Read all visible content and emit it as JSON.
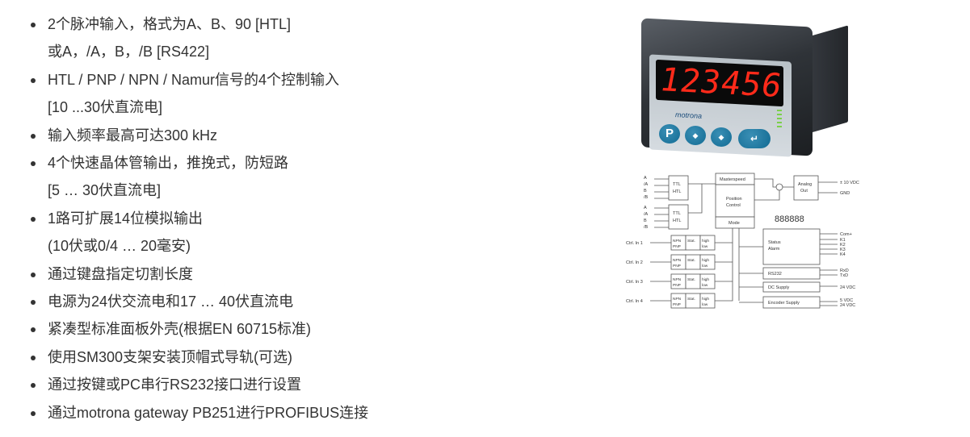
{
  "features": [
    {
      "lines": [
        "2个脉冲输入，格式为A、B、90 [HTL]",
        "或A，/A，B，/B [RS422]"
      ]
    },
    {
      "lines": [
        "HTL / PNP / NPN / Namur信号的4个控制输入",
        "[10 ...30伏直流电]"
      ]
    },
    {
      "lines": [
        "输入频率最高可达300 kHz"
      ]
    },
    {
      "lines": [
        "4个快速晶体管输出，推挽式，防短路",
        "[5 … 30伏直流电]"
      ]
    },
    {
      "lines": [
        "1路可扩展14位模拟输出",
        "(10伏或0/4 … 20毫安)"
      ]
    },
    {
      "lines": [
        "通过键盘指定切割长度"
      ]
    },
    {
      "lines": [
        "电源为24伏交流电和17 … 40伏直流电"
      ]
    },
    {
      "lines": [
        "紧凑型标准面板外壳(根据EN 60715标准)"
      ]
    },
    {
      "lines": [
        "使用SM300支架安装顶帽式导轨(可选)"
      ]
    },
    {
      "lines": [
        "通过按键或PC串行RS232接口进行设置"
      ]
    },
    {
      "lines": [
        "通过motrona gateway PB251进行PROFIBUS连接"
      ]
    }
  ],
  "device": {
    "display": "123456",
    "brand": "motrona",
    "keys": [
      "P",
      "◆",
      "◆",
      "↵"
    ],
    "display_color": "#ff2a1a",
    "key_color": "#1a7fa8"
  },
  "diagram": {
    "inputs_a": [
      "A",
      "/A",
      "B",
      "/B"
    ],
    "inputs_b": [
      "A",
      "/A",
      "B",
      "/B"
    ],
    "ttl_block": [
      "TTL",
      "HTL"
    ],
    "masterspeed": "Masterspeed",
    "position_control": [
      "Position",
      "Control"
    ],
    "mode": "Mode",
    "analog_out": [
      "Analog",
      "Out"
    ],
    "analog_pins": [
      "± 10 VDC",
      "GND"
    ],
    "lcd": "888888",
    "ctrl_inputs": [
      "Ctrl. In 1",
      "Ctrl. In 2",
      "Ctrl. In 3",
      "Ctrl. In 4"
    ],
    "ctrl_blocks": {
      "npn": [
        "NPN",
        "PNP"
      ],
      "stat": "Stat.",
      "level": [
        "high",
        "low"
      ]
    },
    "status_alarm": [
      "Status",
      "Alarm"
    ],
    "status_pins": [
      "Com+",
      "K1",
      "K2",
      "K3",
      "K4"
    ],
    "rs232": "RS232",
    "rs232_pins": [
      "RxD",
      "TxD"
    ],
    "dc_supply": "DC Supply",
    "dc_pin": "24 VDC",
    "encoder_supply": "Encoder Supply",
    "encoder_pins": [
      "5 VDC",
      "24 VDC"
    ]
  }
}
